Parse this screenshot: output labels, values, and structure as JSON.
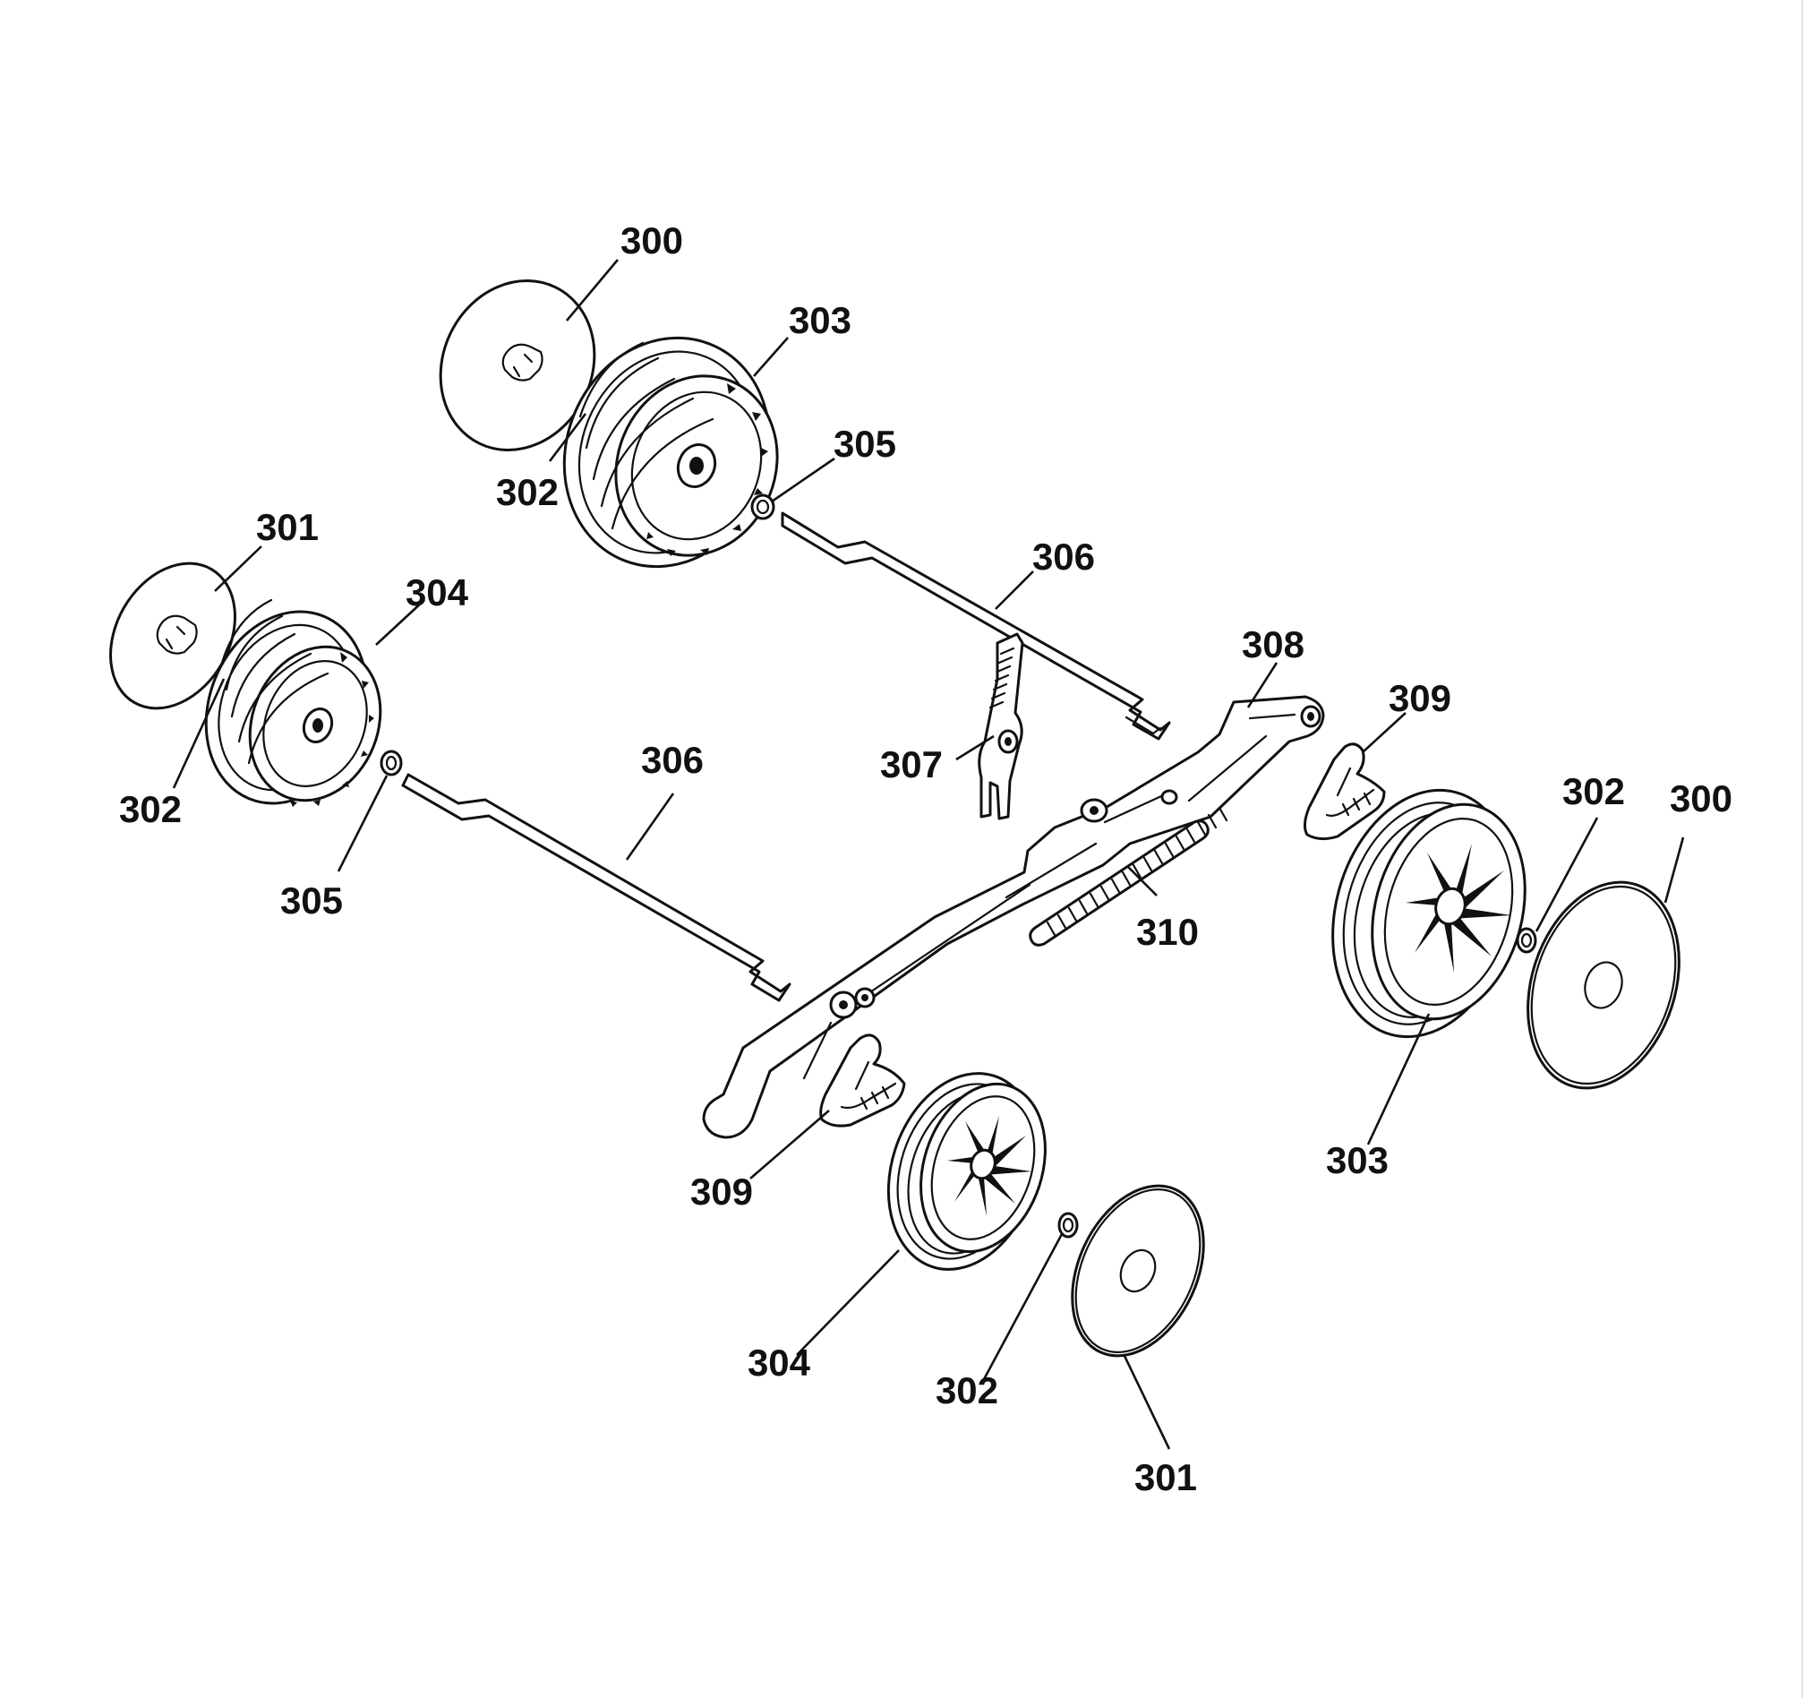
{
  "diagram": {
    "callouts": [
      {
        "id": "c300a",
        "text": "300"
      },
      {
        "id": "c303a",
        "text": "303"
      },
      {
        "id": "c302a",
        "text": "302"
      },
      {
        "id": "c305a",
        "text": "305"
      },
      {
        "id": "c301a",
        "text": "301"
      },
      {
        "id": "c304a",
        "text": "304"
      },
      {
        "id": "c302b",
        "text": "302"
      },
      {
        "id": "c306a",
        "text": "306"
      },
      {
        "id": "c305b",
        "text": "305"
      },
      {
        "id": "c306b",
        "text": "306"
      },
      {
        "id": "c308",
        "text": "308"
      },
      {
        "id": "c309a",
        "text": "309"
      },
      {
        "id": "c307",
        "text": "307"
      },
      {
        "id": "c310",
        "text": "310"
      },
      {
        "id": "c302c",
        "text": "302"
      },
      {
        "id": "c300b",
        "text": "300"
      },
      {
        "id": "c303b",
        "text": "303"
      },
      {
        "id": "c309b",
        "text": "309"
      },
      {
        "id": "c304b",
        "text": "304"
      },
      {
        "id": "c302d",
        "text": "302"
      },
      {
        "id": "c301b",
        "text": "301"
      }
    ]
  }
}
